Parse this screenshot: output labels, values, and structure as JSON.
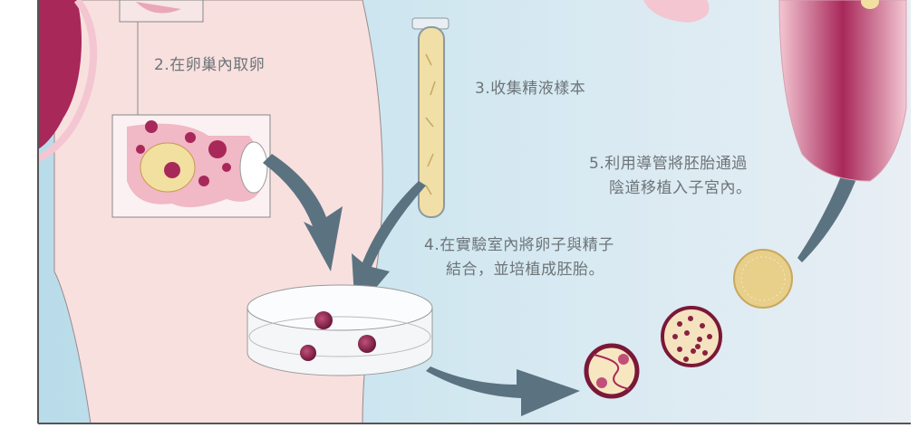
{
  "steps": {
    "step2": "2.在卵巢內取卵",
    "step3": "3.收集精液樣本",
    "step4_line1": "4.在實驗室內將卵子與精子",
    "step4_line2": "結合，並培植成胚胎。",
    "step5_line1": "5.利用導管將胚胎通過",
    "step5_line2": "陰道移植入子宮內。"
  },
  "colors": {
    "background_blue": "#c9e3ee",
    "body_pink": "#f7dede",
    "uterus_magenta": "#a8285a",
    "arrow": "#5b7380",
    "label_text": "#6d7478",
    "sample_tube": "#f0dfa6"
  }
}
